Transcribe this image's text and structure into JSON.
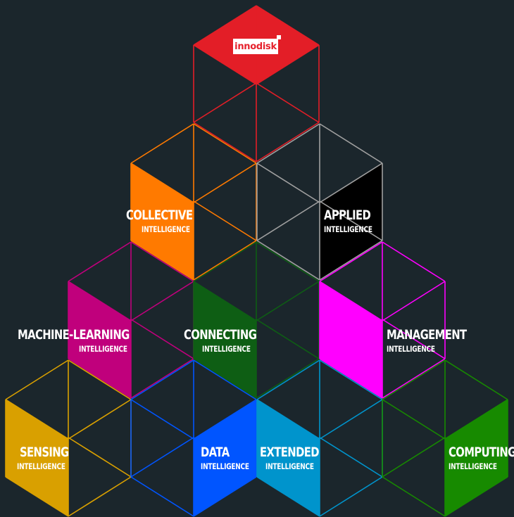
{
  "logo": {
    "text": "innodisk"
  },
  "cubes": [
    {
      "id": "top",
      "color": "#e31e27",
      "face": "top",
      "title": "",
      "subtitle": ""
    },
    {
      "id": "collective",
      "color": "#ff7a00",
      "face": "left",
      "title": "COLLECTIVE",
      "subtitle": "INTELLIGENCE"
    },
    {
      "id": "applied",
      "color": "#000000",
      "face": "right",
      "edge": "#a0a0a0",
      "title": "APPLIED",
      "subtitle": "INTELLIGENCE"
    },
    {
      "id": "machine-learning",
      "color": "#c0007c",
      "face": "left",
      "title": "MACHINE-LEARNING",
      "subtitle": "INTELLIGENCE"
    },
    {
      "id": "connecting",
      "color": "#0e5e14",
      "face": "left",
      "title": "CONNECTING",
      "subtitle": "INTELLIGENCE"
    },
    {
      "id": "management",
      "color": "#ff00ff",
      "face": "left",
      "title": "MANAGEMENT",
      "subtitle": "INTELLIGENCE"
    },
    {
      "id": "sensing",
      "color": "#d9a000",
      "face": "left",
      "title": "SENSING",
      "subtitle": "INTELLIGENCE"
    },
    {
      "id": "data",
      "color": "#0055ff",
      "face": "right",
      "title": "DATA",
      "subtitle": "INTELLIGENCE"
    },
    {
      "id": "extended",
      "color": "#0094cc",
      "face": "left",
      "title": "EXTENDED",
      "subtitle": "INTELLIGENCE"
    },
    {
      "id": "computing",
      "color": "#178a00",
      "face": "right",
      "title": "COMPUTING",
      "subtitle": "INTELLIGENCE"
    }
  ]
}
